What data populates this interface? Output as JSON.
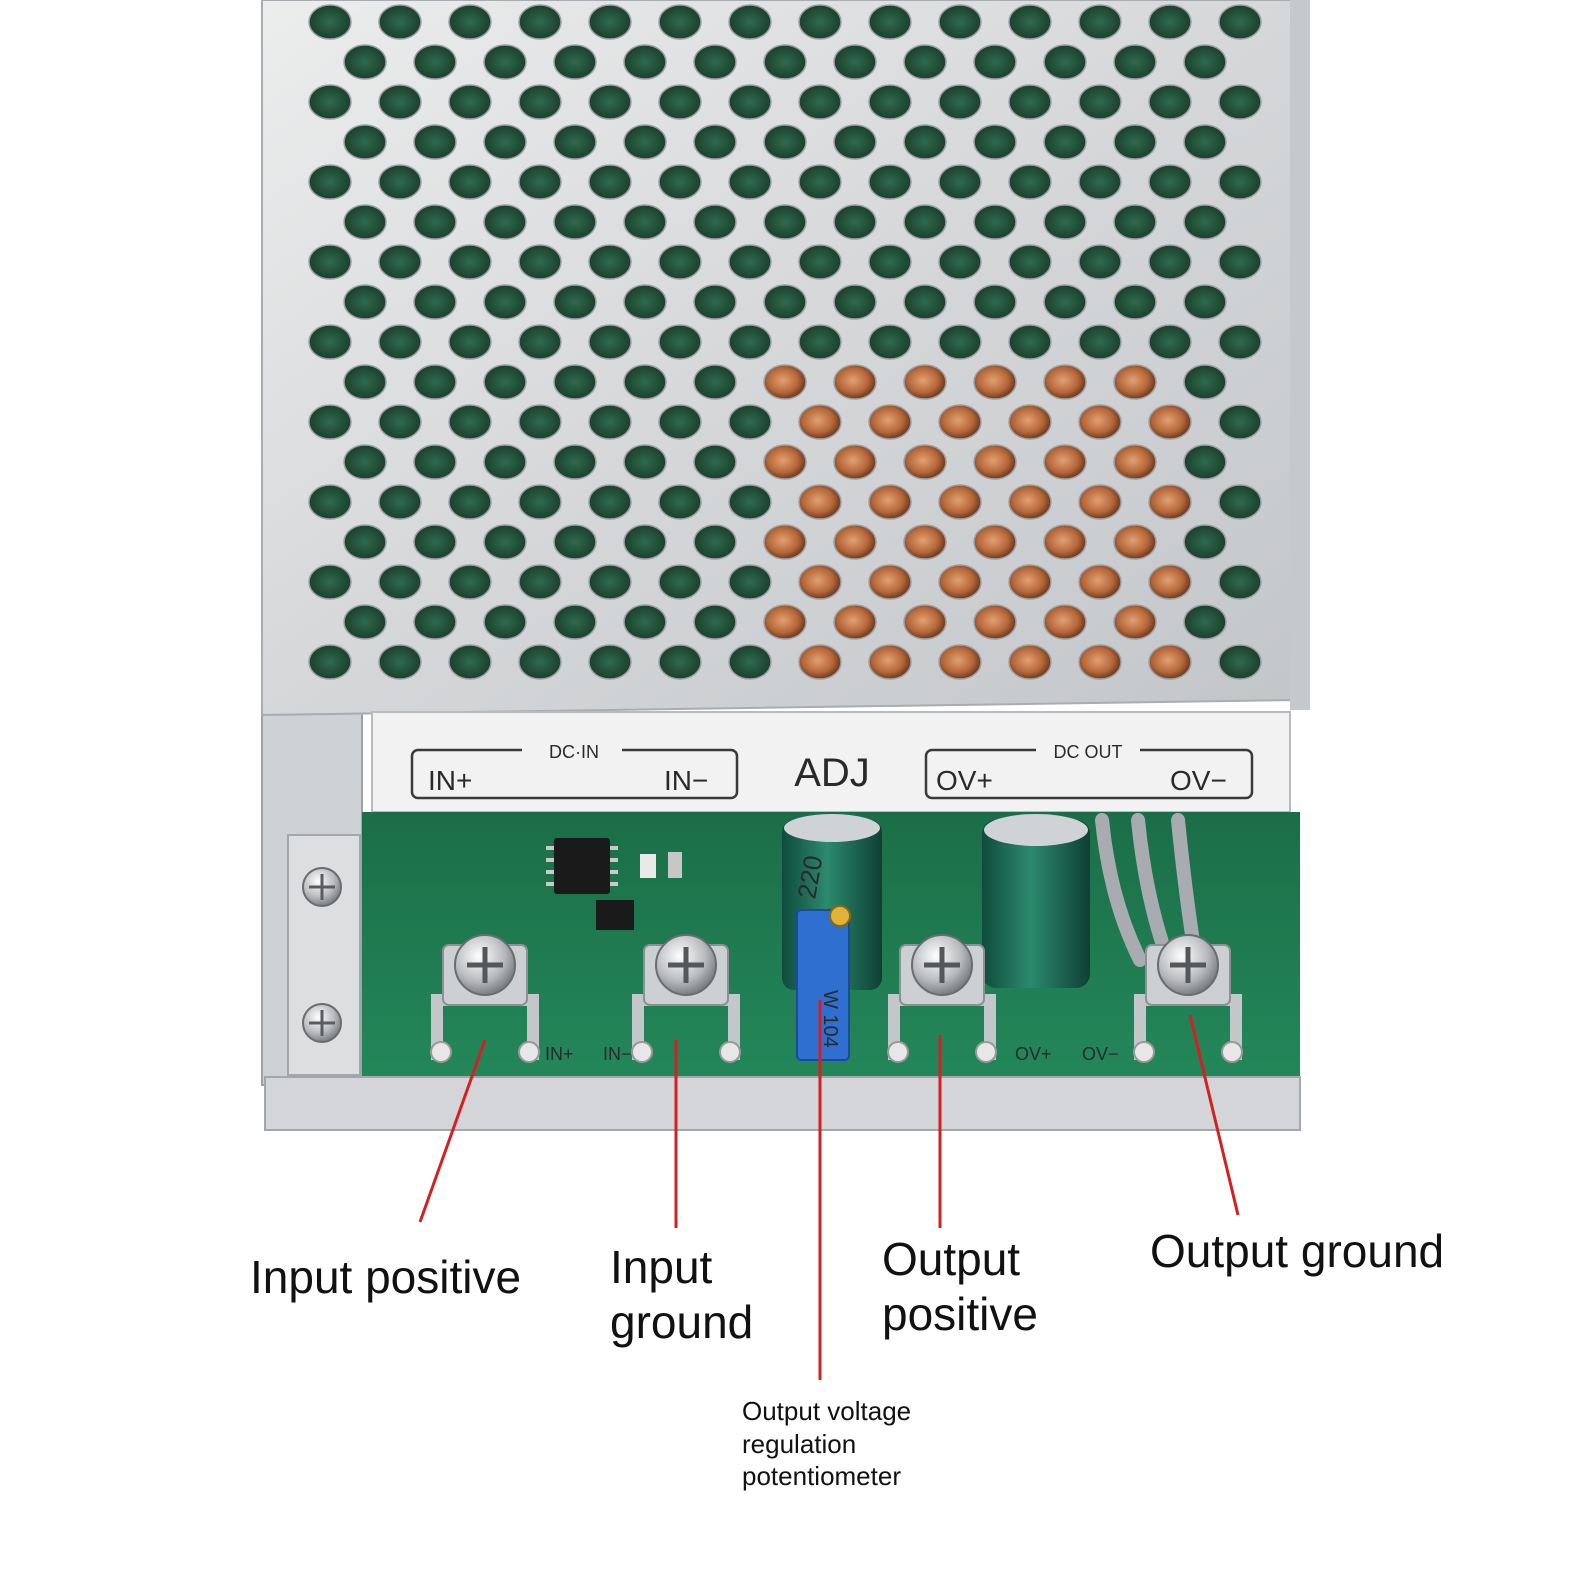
{
  "panel": {
    "dc_in_label": "DC·IN",
    "dc_out_label": "DC OUT",
    "in_plus": "IN+",
    "in_minus": "IN−",
    "adj": "ADJ",
    "ov_plus": "OV+",
    "ov_minus": "OV−"
  },
  "pcb": {
    "in_plus": "IN+",
    "in_minus": "IN−",
    "ov_plus": "OV+",
    "ov_minus": "OV−",
    "pot_marking": "W 104",
    "cap_marking": "220"
  },
  "callouts": {
    "input_positive": "Input positive",
    "input_ground_line1": "Input",
    "input_ground_line2": "ground",
    "output_positive_line1": "Output",
    "output_positive_line2": "positive",
    "output_ground": "Output ground",
    "pot_line1": "Output voltage",
    "pot_line2": "regulation",
    "pot_line3": "potentiometer"
  },
  "colors": {
    "leader_line": "#d32020",
    "pcb_green": "#1f7a4f",
    "metal": "#d9dadc",
    "copper": "#b5673a"
  }
}
